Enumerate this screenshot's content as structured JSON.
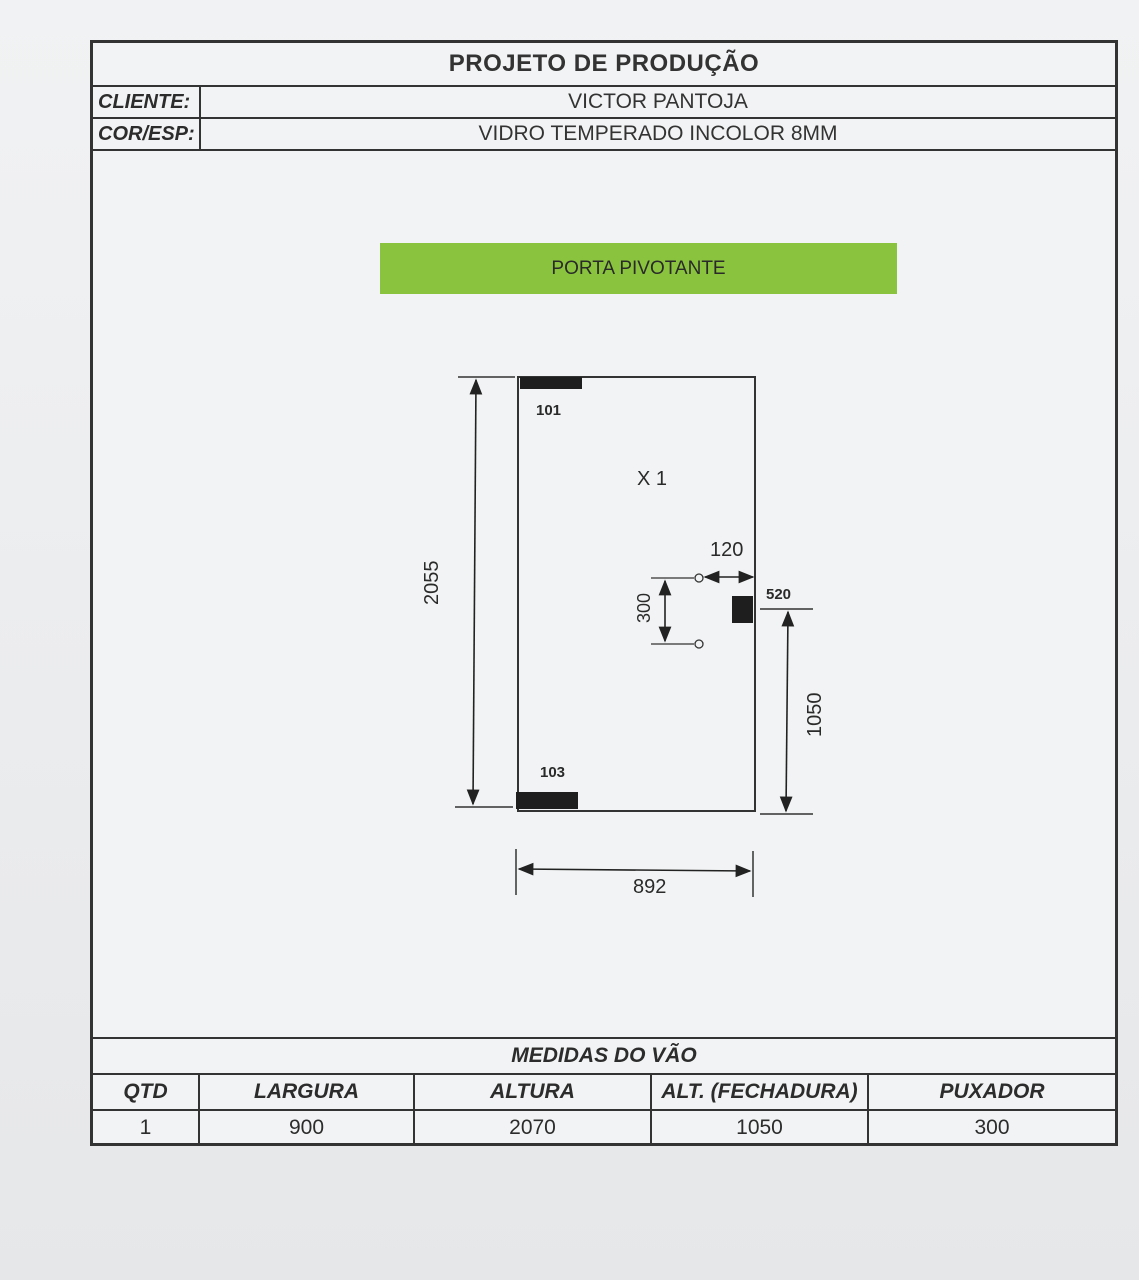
{
  "header": {
    "title": "PROJETO DE PRODUÇÃO",
    "client_label": "CLIENTE:",
    "client_value": "VICTOR PANTOJA",
    "material_label": "COR/ESP:",
    "material_value": "VIDRO TEMPERADO INCOLOR 8MM"
  },
  "banner": {
    "label": "PORTA PIVOTANTE"
  },
  "drawing": {
    "quantity_mark": "X 1",
    "height_total": "2055",
    "width_total": "892",
    "top_pivot_code": "101",
    "bottom_pivot_code": "103",
    "lock_code": "520",
    "handle_spacing": "300",
    "handle_offset": "120",
    "lock_height": "1050"
  },
  "footer": {
    "title": "MEDIDAS DO VÃO",
    "columns": [
      "QTD",
      "LARGURA",
      "ALTURA",
      "ALT. (FECHADURA)",
      "PUXADOR"
    ],
    "row": [
      "1",
      "900",
      "2070",
      "1050",
      "300"
    ]
  }
}
